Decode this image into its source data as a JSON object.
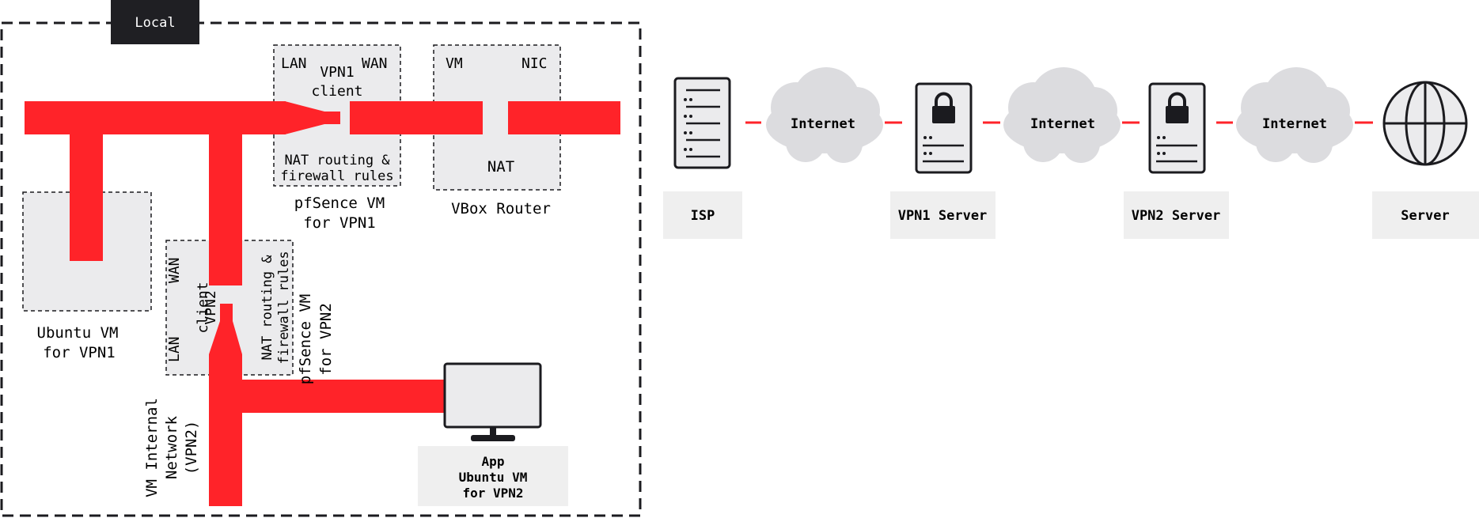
{
  "colors": {
    "link": "#ff2329",
    "box_fill": "#ebebed",
    "dashed": "#1b1b1f",
    "cloud": "#dcdcdf",
    "local_tag_bg": "#1f1f23",
    "local_tag_text": "#ffffff",
    "caption_bg": "#efefef",
    "device_fill": "#ebebed"
  },
  "local": {
    "tag": "Local",
    "pfsense_vpn1": {
      "lan": "LAN",
      "wan": "WAN",
      "client_line1": "VPN1",
      "client_line2": "client",
      "rules_line1": "NAT routing &",
      "rules_line2": "firewall rules",
      "caption_line1": "pfSence VM",
      "caption_line2": "for VPN1"
    },
    "vbox_router": {
      "vm": "VM",
      "nic": "NIC",
      "nat": "NAT",
      "caption": "VBox Router"
    },
    "ubuntu_vpn1": {
      "caption_line1": "Ubuntu VM",
      "caption_line2": "for VPN1"
    },
    "pfsense_vpn2": {
      "lan": "LAN",
      "wan": "WAN",
      "client_line1": "VPN2",
      "client_line2": "client",
      "rules_line1": "NAT routing &",
      "rules_line2": "firewall rules",
      "caption_line1": "pfSence VM",
      "caption_line2": "for VPN2"
    },
    "internal_network": {
      "line1": "VM Internal",
      "line2": "Network",
      "line3": "(VPN2)"
    },
    "app_vm": {
      "line1": "App",
      "line2": "Ubuntu VM",
      "line3": "for VPN2"
    }
  },
  "chain": {
    "isp": {
      "label": "ISP",
      "icon": "server-rack-icon"
    },
    "cloud1": {
      "label": "Internet",
      "icon": "cloud-icon"
    },
    "vpn1": {
      "label": "VPN1 Server",
      "icon": "locked-server-icon"
    },
    "cloud2": {
      "label": "Internet",
      "icon": "cloud-icon"
    },
    "vpn2": {
      "label": "VPN2 Server",
      "icon": "locked-server-icon"
    },
    "cloud3": {
      "label": "Internet",
      "icon": "cloud-icon"
    },
    "server": {
      "label": "Server",
      "icon": "globe-icon"
    }
  }
}
